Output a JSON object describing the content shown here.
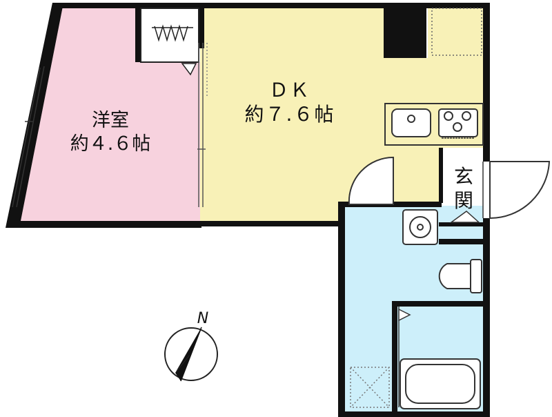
{
  "rooms": {
    "western": {
      "name": "洋室",
      "size": "約４.６帖"
    },
    "dk": {
      "name": "ＤＫ",
      "size": "約７.６帖"
    },
    "entrance": {
      "name_line1": "玄",
      "name_line2": "関"
    }
  },
  "compass": {
    "label": "N"
  },
  "colors": {
    "western_room": "#f7d2de",
    "dk_room": "#f8f1b7",
    "wet_area": "#cdeffa",
    "wall": "#111111"
  }
}
